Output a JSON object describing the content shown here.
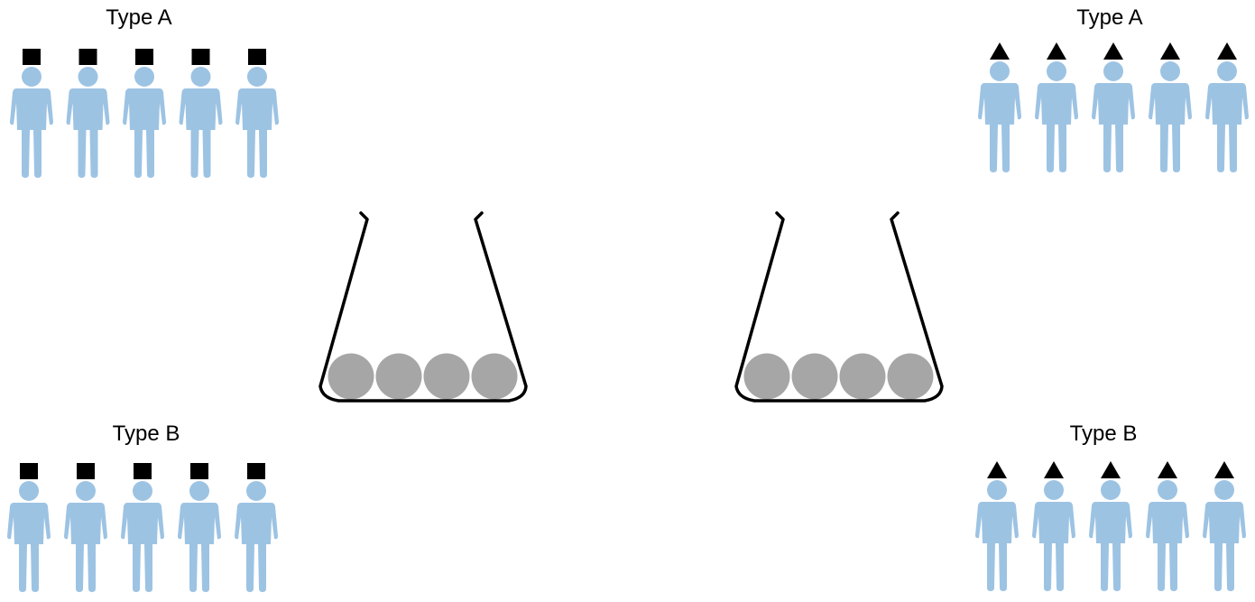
{
  "colors": {
    "person": "#9dc3e3",
    "marker": "#000000",
    "ball": "#a6a6a6",
    "outline": "#000000",
    "background": "#ffffff"
  },
  "groups": [
    {
      "label": "Type A",
      "marker": "square",
      "count": 5
    },
    {
      "label": "Type A",
      "marker": "triangle",
      "count": 5
    },
    {
      "label": "Type B",
      "marker": "square",
      "count": 5
    },
    {
      "label": "Type B",
      "marker": "triangle",
      "count": 5
    }
  ],
  "beakers": [
    {
      "balls": 4
    },
    {
      "balls": 4
    }
  ]
}
